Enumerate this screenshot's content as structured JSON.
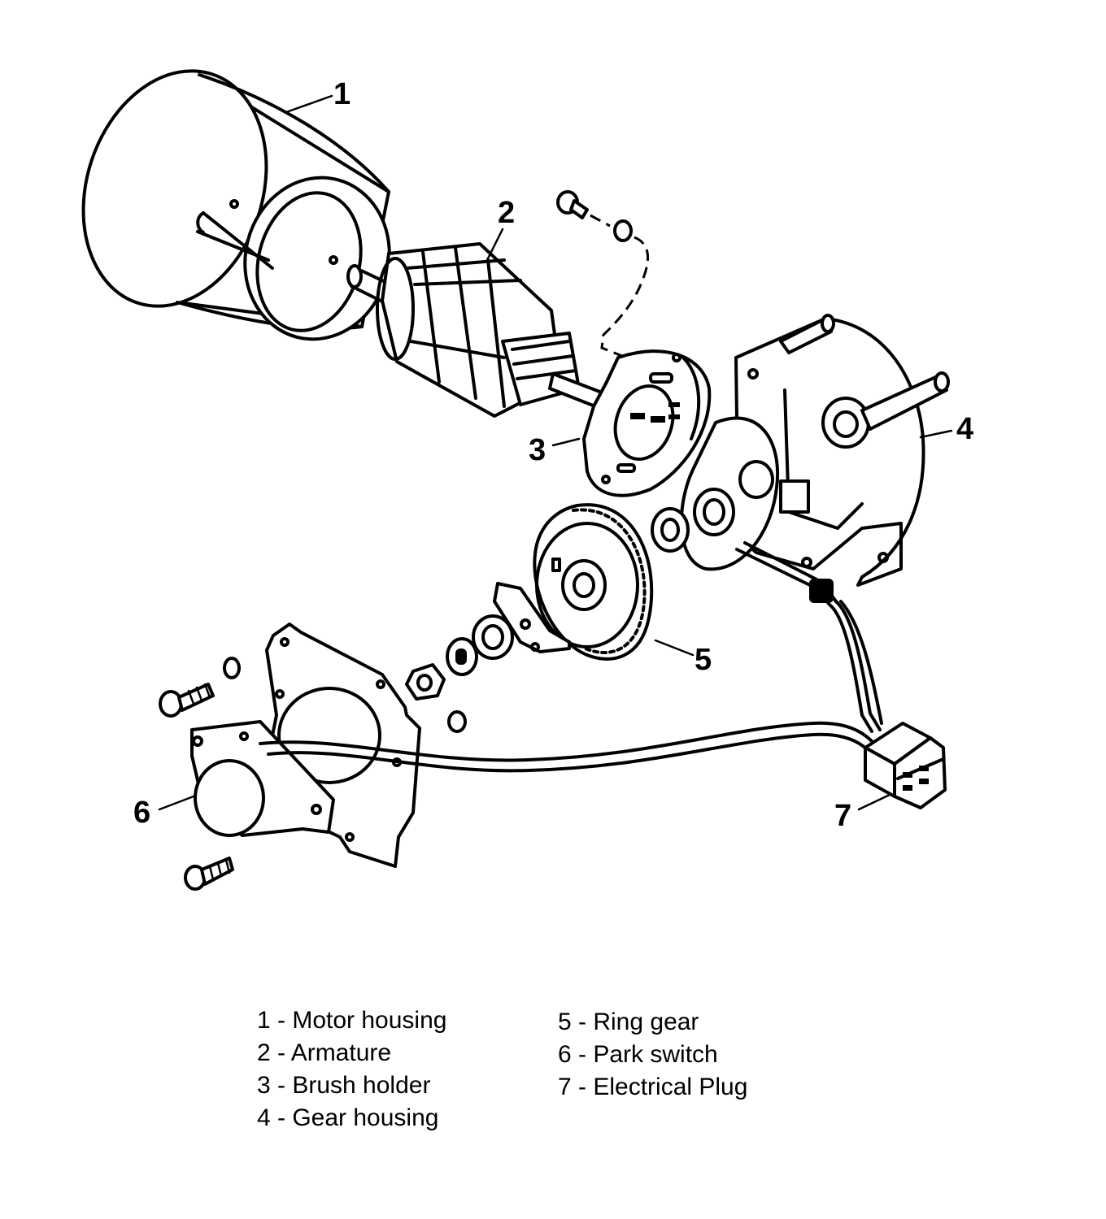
{
  "callouts": {
    "c1": "1",
    "c2": "2",
    "c3": "3",
    "c4": "4",
    "c5": "5",
    "c6": "6",
    "c7": "7"
  },
  "legend": {
    "left": [
      "1 - Motor housing",
      "2 - Armature",
      "3 - Brush holder",
      "4 - Gear housing"
    ],
    "right": [
      "5 - Ring gear",
      "6 - Park switch",
      "7 - Electrical Plug"
    ]
  }
}
